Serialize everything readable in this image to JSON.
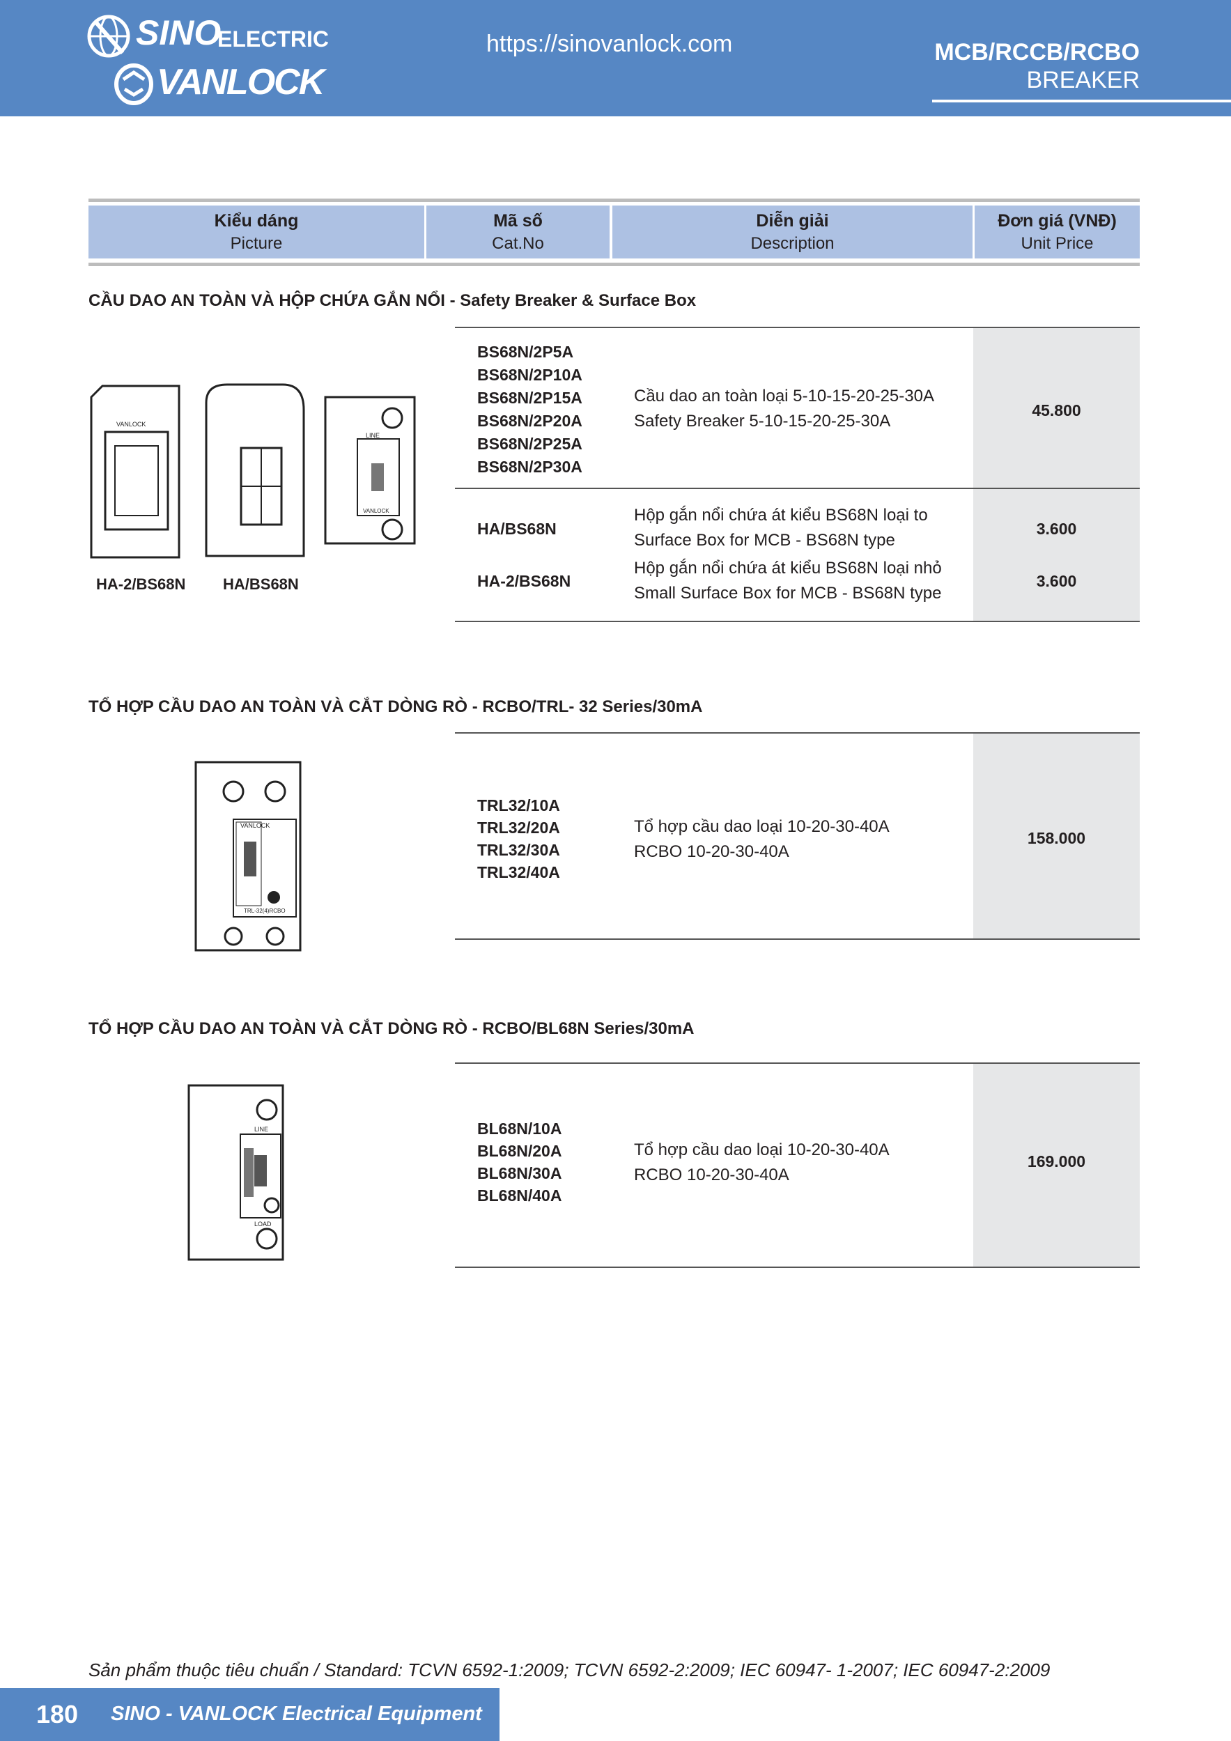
{
  "header": {
    "logo_sino": "SINO",
    "logo_electric": "ELECTRIC",
    "logo_vanlock": "VANLOCK",
    "url": "https://sinovanlock.com",
    "category_title": "MCB/RCCB/RCBO",
    "category_sub": "BREAKER"
  },
  "table_header": [
    {
      "vi": "Kiểu dáng",
      "en": "Picture"
    },
    {
      "vi": "Mã số",
      "en": "Cat.No"
    },
    {
      "vi": "Diễn giải",
      "en": "Description"
    },
    {
      "vi": "Đơn giá (VNĐ)",
      "en": "Unit Price"
    }
  ],
  "sections": [
    {
      "title": "CẦU DAO AN TOÀN VÀ HỘP CHỨA GẮN NỔI - Safety Breaker & Surface Box",
      "picture_labels": [
        "HA-2/BS68N",
        "HA/BS68N"
      ],
      "rows": [
        {
          "cat": [
            "BS68N/2P5A",
            "BS68N/2P10A",
            "BS68N/2P15A",
            "BS68N/2P20A",
            "BS68N/2P25A",
            "BS68N/2P30A"
          ],
          "desc": [
            "Cầu dao an toàn loại 5-10-15-20-25-30A",
            "Safety Breaker 5-10-15-20-25-30A"
          ],
          "price": "45.800"
        },
        {
          "cat": [
            "HA/BS68N"
          ],
          "desc": [
            "Hộp gắn nổi chứa át kiểu BS68N loại to",
            "Surface Box for MCB - BS68N type"
          ],
          "price": "3.600"
        },
        {
          "cat": [
            "HA-2/BS68N"
          ],
          "desc": [
            "Hộp gắn nổi chứa át kiểu BS68N loại nhỏ",
            "Small Surface Box for MCB - BS68N type"
          ],
          "price": "3.600"
        }
      ]
    },
    {
      "title": "TỔ HỢP CẦU DAO AN TOÀN VÀ CẮT DÒNG RÒ - RCBO/TRL- 32 Series/30mA",
      "rows": [
        {
          "cat": [
            "TRL32/10A",
            "TRL32/20A",
            "TRL32/30A",
            "TRL32/40A"
          ],
          "desc": [
            "Tổ hợp cầu dao loại 10-20-30-40A",
            "RCBO 10-20-30-40A"
          ],
          "price": "158.000"
        }
      ]
    },
    {
      "title": "TỔ HỢP CẦU DAO AN TOÀN VÀ CẮT DÒNG RÒ - RCBO/BL68N Series/30mA",
      "rows": [
        {
          "cat": [
            "BL68N/10A",
            "BL68N/20A",
            "BL68N/30A",
            "BL68N/40A"
          ],
          "desc": [
            "Tổ hợp cầu dao loại 10-20-30-40A",
            "RCBO 10-20-30-40A"
          ],
          "price": "169.000"
        }
      ]
    }
  ],
  "footer": {
    "standard": "Sản phẩm thuộc tiêu chuẩn / Standard: TCVN 6592-1:2009; TCVN 6592-2:2009; IEC 60947- 1-2007; IEC 60947-2:2009",
    "page_number": "180",
    "brand": "SINO - VANLOCK Electrical Equipment"
  }
}
